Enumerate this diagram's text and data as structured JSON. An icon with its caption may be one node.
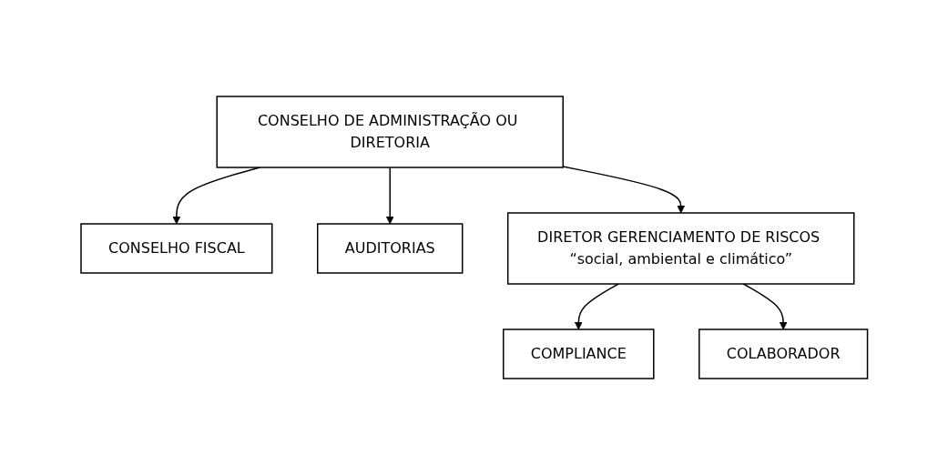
{
  "diagram": {
    "nodes": [
      {
        "text": [
          "CONSELHO DE ADMINISTRAÇÃO OU DIRETORIA"
        ]
      },
      {
        "text": [
          "CONSELHO FISCAL"
        ]
      },
      {
        "text": [
          "AUDITORIAS"
        ]
      },
      {
        "text": [
          "DIRETOR GERENCIAMENTO DE RISCOS “social, ambiental e climático”"
        ]
      },
      {
        "text": [
          "COMPLIANCE"
        ]
      },
      {
        "text": [
          "COLABORADOR"
        ]
      }
    ],
    "edges": [
      {
        "from": 0,
        "to": 1,
        "arrow": "to"
      },
      {
        "from": 0,
        "to": 2,
        "arrow": "to"
      },
      {
        "from": 0,
        "to": 3,
        "arrow": "to"
      },
      {
        "from": 3,
        "to": 4,
        "arrow": "to"
      },
      {
        "from": 3,
        "to": 5,
        "arrow": "to"
      }
    ]
  }
}
